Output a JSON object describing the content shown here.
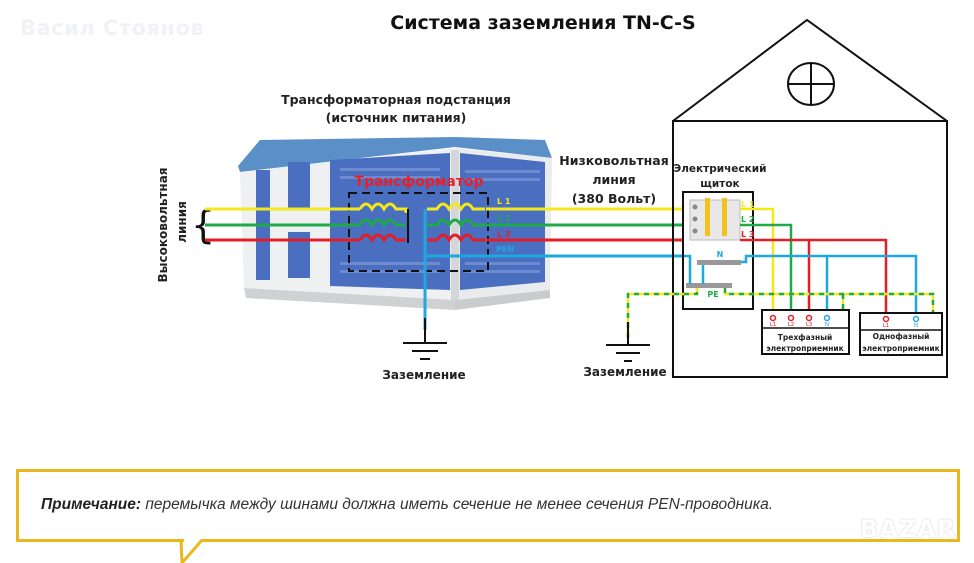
{
  "watermark": "Васил Стоянов",
  "title": "Система заземления TN-C-S",
  "substation": {
    "title_line1": "Трансформаторная подстанция",
    "title_line2": "(источник питания)",
    "transformer_label": "Трансформатор",
    "line_labels": [
      "L 1",
      "L 2",
      "L 3",
      "PEN"
    ]
  },
  "high_voltage": {
    "line1": "Высоковольтная",
    "line2": "линия"
  },
  "low_voltage": {
    "line1": "Низковольтная",
    "line2": "линия",
    "line3": "(380 Вольт)"
  },
  "panel": {
    "title_line1": "Электрический",
    "title_line2": "щиток",
    "phase_labels": [
      "L 1",
      "L 2",
      "L 3"
    ],
    "n_bus_label": "N",
    "pe_bus_label": "PE"
  },
  "grounding_left": "Заземление",
  "grounding_right": "Заземление",
  "three_phase_load": {
    "line1": "Трехфазный",
    "line2": "электроприемник",
    "terminals": [
      "L1",
      "L2",
      "L3",
      "N"
    ]
  },
  "single_phase_load": {
    "line1": "Однофазный",
    "line2": "электроприемник",
    "terminals": [
      "L1",
      "N"
    ]
  },
  "colors": {
    "L1": "#f2e81c",
    "L2": "#1faa4a",
    "L3": "#e41e26",
    "N": "#1ea8e0",
    "PE_yellow": "#f2e81c",
    "PE_green": "#1faa4a",
    "note_border": "#e8b81e",
    "transformer_label": "#e8202a"
  },
  "note": {
    "label": "Примечание:",
    "text": " перемычка между шинами должна иметь сечение не менее сечения PEN-проводника."
  },
  "logo": "BAZAR"
}
